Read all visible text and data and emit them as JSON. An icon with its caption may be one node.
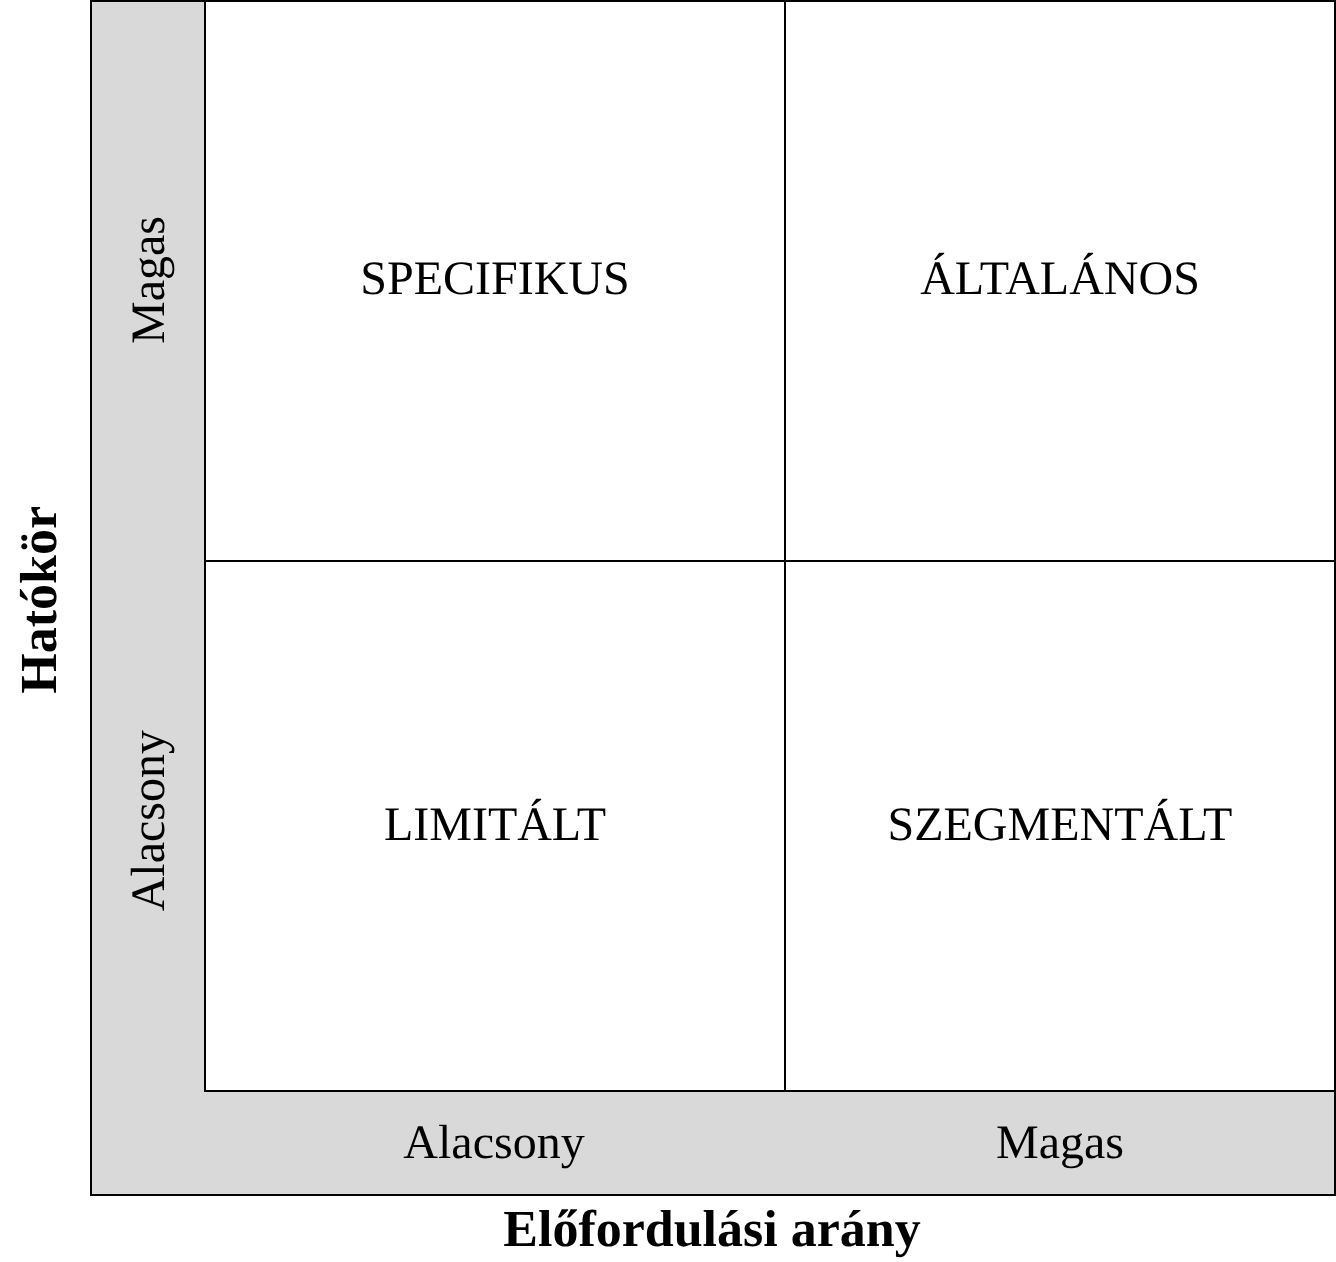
{
  "diagram": {
    "nodes": [
      {
        "text": [
          "SPECIFIKUS"
        ]
      },
      {
        "text": [
          "ÁLTALÁNOS"
        ]
      },
      {
        "text": [
          "LIMITÁLT"
        ]
      },
      {
        "text": [
          "SZEGMENTÁLT"
        ]
      }
    ],
    "labels": [
      "Hatókör",
      "Magas",
      "Alacsony",
      "Alacsony",
      "Magas",
      "Előfordulási arány"
    ]
  }
}
